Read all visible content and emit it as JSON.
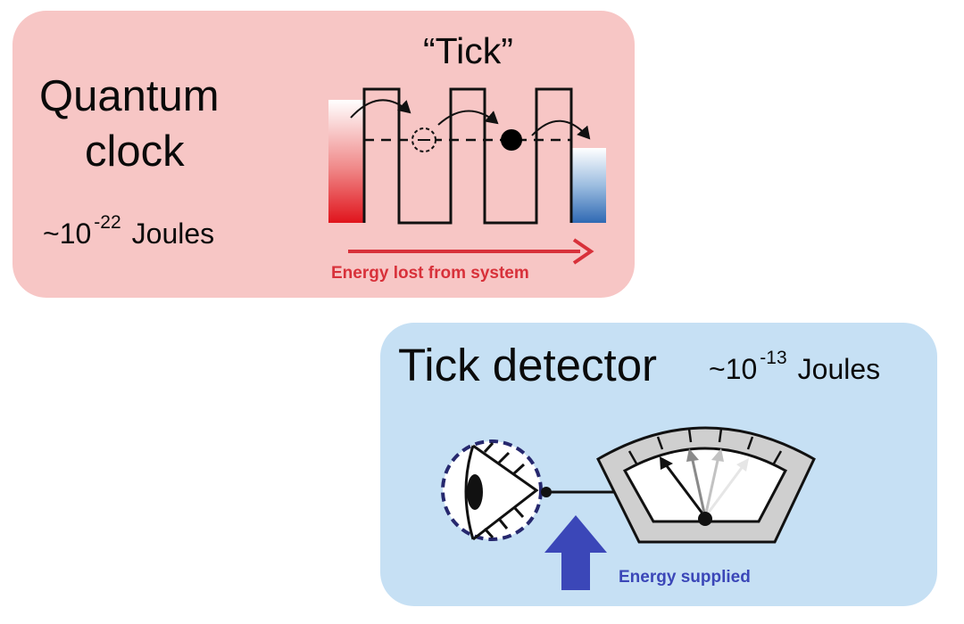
{
  "quantum_clock": {
    "title_line1": "Quantum",
    "title_line2": "clock",
    "tick_label": "“Tick”",
    "energy_prefix": "~10",
    "energy_exponent": "-22",
    "energy_unit": "Joules",
    "arrow_caption": "Energy lost from system",
    "colors": {
      "panel": "#f7c6c5",
      "arrow": "#d8313a",
      "hot_reservoir": "#e0141c",
      "cold_reservoir": "#2f69b3"
    }
  },
  "tick_detector": {
    "title": "Tick detector",
    "energy_prefix": "~10",
    "energy_exponent": "-13",
    "energy_unit": "Joules",
    "arrow_caption": "Energy supplied",
    "colors": {
      "panel": "#c6e0f4",
      "arrow": "#3b47b8",
      "eye_border": "#26286e"
    },
    "icons": [
      "eye-icon",
      "meter-gauge-icon",
      "energy-up-arrow-icon"
    ]
  }
}
